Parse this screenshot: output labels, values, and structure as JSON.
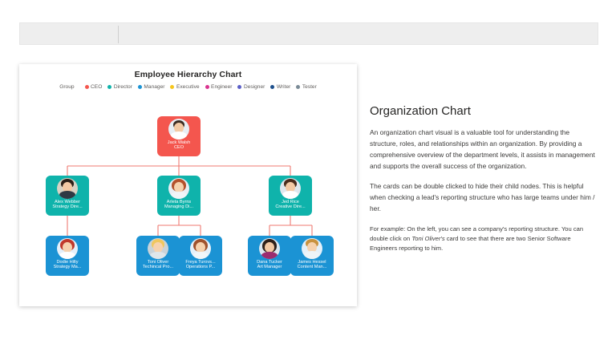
{
  "toolbar": {
    "divider": "toolbar-divider"
  },
  "chart": {
    "title": "Employee Hierarchy Chart",
    "legend_title": "Group",
    "legend": [
      {
        "label": "CEO",
        "color": "#f4564e"
      },
      {
        "label": "Director",
        "color": "#0fb3ab"
      },
      {
        "label": "Manager",
        "color": "#1b93d4"
      },
      {
        "label": "Executive",
        "color": "#f6c61c"
      },
      {
        "label": "Engineer",
        "color": "#d9338f"
      },
      {
        "label": "Designer",
        "color": "#5b5fc7"
      },
      {
        "label": "Writer",
        "color": "#1d4f8c"
      },
      {
        "label": "Tester",
        "color": "#7a8a96"
      }
    ],
    "connector_color": "#ef7a72",
    "nodes": [
      {
        "id": "ceo",
        "name": "Jack Walsh",
        "role": "CEO",
        "group": "CEO",
        "color": "#f4564e"
      },
      {
        "id": "alex",
        "name": "Alex Webber",
        "role": "Strategy Dire...",
        "group": "Director",
        "color": "#0fb3ab"
      },
      {
        "id": "arleta",
        "name": "Arleta Byrns",
        "role": "Managing Di...",
        "group": "Director",
        "color": "#0fb3ab"
      },
      {
        "id": "jed",
        "name": "Jed Rice",
        "role": "Creative Dire...",
        "group": "Director",
        "color": "#0fb3ab"
      },
      {
        "id": "dodie",
        "name": "Dodie Hilty",
        "role": "Strategy Ma...",
        "group": "Manager",
        "color": "#1b93d4"
      },
      {
        "id": "toni",
        "name": "Toni Oliver",
        "role": "Techincal Pro...",
        "group": "Manager",
        "color": "#1b93d4"
      },
      {
        "id": "freya",
        "name": "Freya Turovs...",
        "role": "Operations P...",
        "group": "Manager",
        "color": "#1b93d4"
      },
      {
        "id": "dana",
        "name": "Dana Tucker",
        "role": "Art Manager",
        "group": "Manager",
        "color": "#1b93d4"
      },
      {
        "id": "james",
        "name": "James Hessel",
        "role": "Content Man...",
        "group": "Manager",
        "color": "#1b93d4"
      }
    ]
  },
  "panel": {
    "title": "Organization Chart",
    "paragraph_1": "An organization chart visual is a valuable tool for understanding the structure, roles, and relationships within an organization. By providing a comprehensive overview of the department levels, it assists in management and supports the overall success of the organization.",
    "paragraph_2": "The cards can be double clicked to hide their child nodes. This is helpful when checking a lead's reporting structure who has large teams under him / her.",
    "paragraph_3_part1": "For example: On the left, you can see a company's reporting structure. You can double click on ",
    "paragraph_3_emphasis": "Toni Oliver's",
    "paragraph_3_part2": " card to see that there are two Senior Software Engineers reporting to him."
  }
}
